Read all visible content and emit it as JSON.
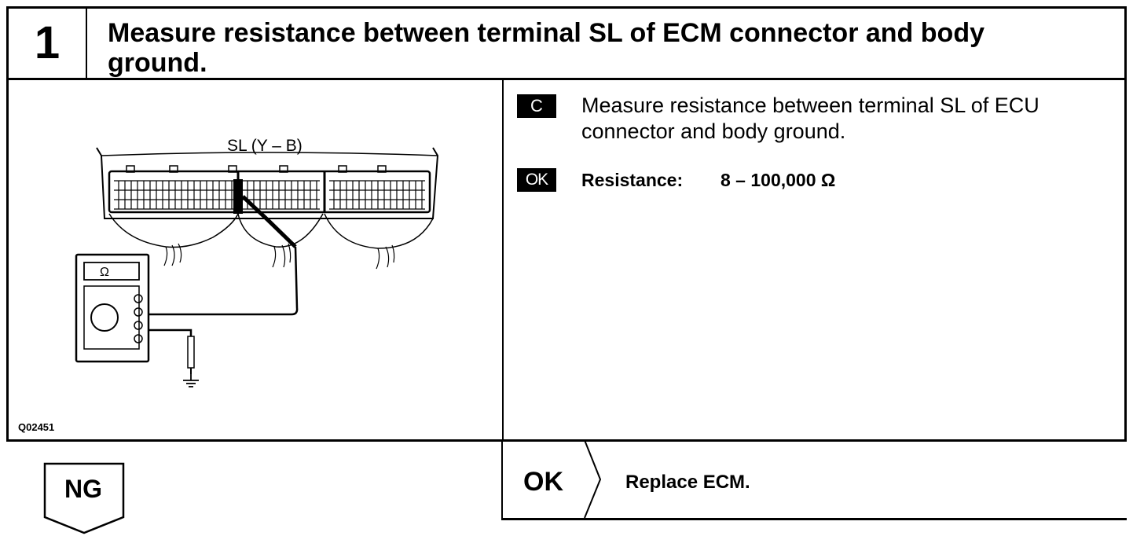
{
  "header": {
    "step_number": "1",
    "title": "Measure resistance between terminal SL of ECM connector and body ground."
  },
  "diagram": {
    "terminal_label": "SL (Y – B)",
    "meter_symbol": "Ω",
    "figure_code": "Q02451",
    "icons": [
      "ecm-connector-icon",
      "ohmmeter-icon",
      "ground-icon",
      "test-probe-icon"
    ]
  },
  "instructions": {
    "check_tag": "C",
    "check_text": "Measure resistance between terminal SL of ECU connector and body ground.",
    "ok_tag": "OK",
    "spec_label": "Resistance:",
    "spec_value": "8 – 100,000 Ω"
  },
  "results": {
    "ng_label": "NG",
    "ok_label": "OK",
    "ok_action": "Replace ECM."
  },
  "colors": {
    "ink": "#000000",
    "paper": "#ffffff"
  }
}
